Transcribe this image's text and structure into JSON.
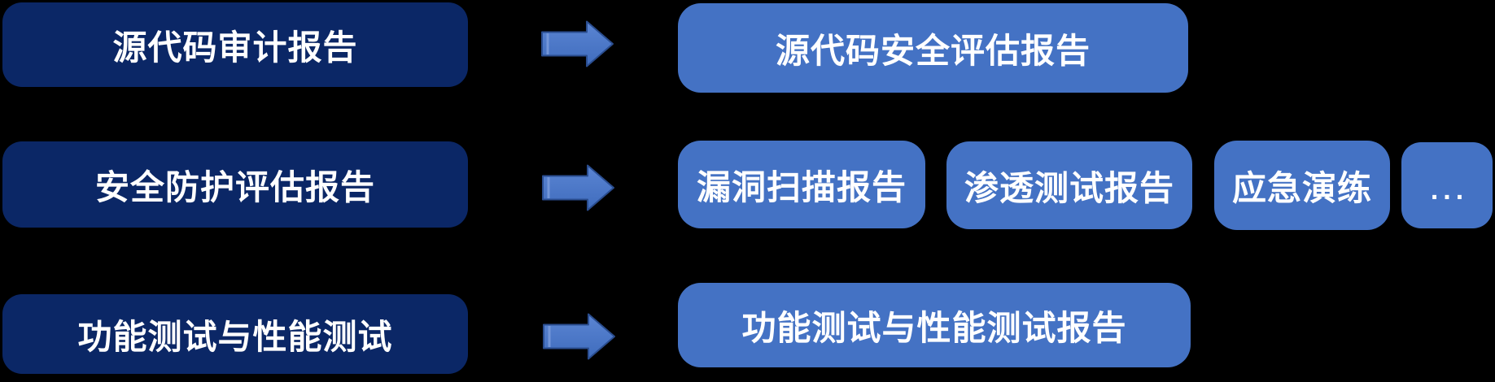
{
  "diagram": {
    "background_color": "#000000",
    "colors": {
      "source_box": "#0b2766",
      "output_box": "#4472c4",
      "arrow_fill": "#4a77c9",
      "arrow_border": "#2a4d8f",
      "text": "#ffffff"
    },
    "icons": {
      "arrow": "right-arrow-icon"
    },
    "rows": [
      {
        "source": "源代码审计报告",
        "outputs": [
          "源代码安全评估报告"
        ]
      },
      {
        "source": "安全防护评估报告",
        "outputs": [
          "漏洞扫描报告",
          "渗透测试报告",
          "应急演练",
          "..."
        ]
      },
      {
        "source": "功能测试与性能测试",
        "outputs": [
          "功能测试与性能测试报告"
        ]
      }
    ]
  }
}
